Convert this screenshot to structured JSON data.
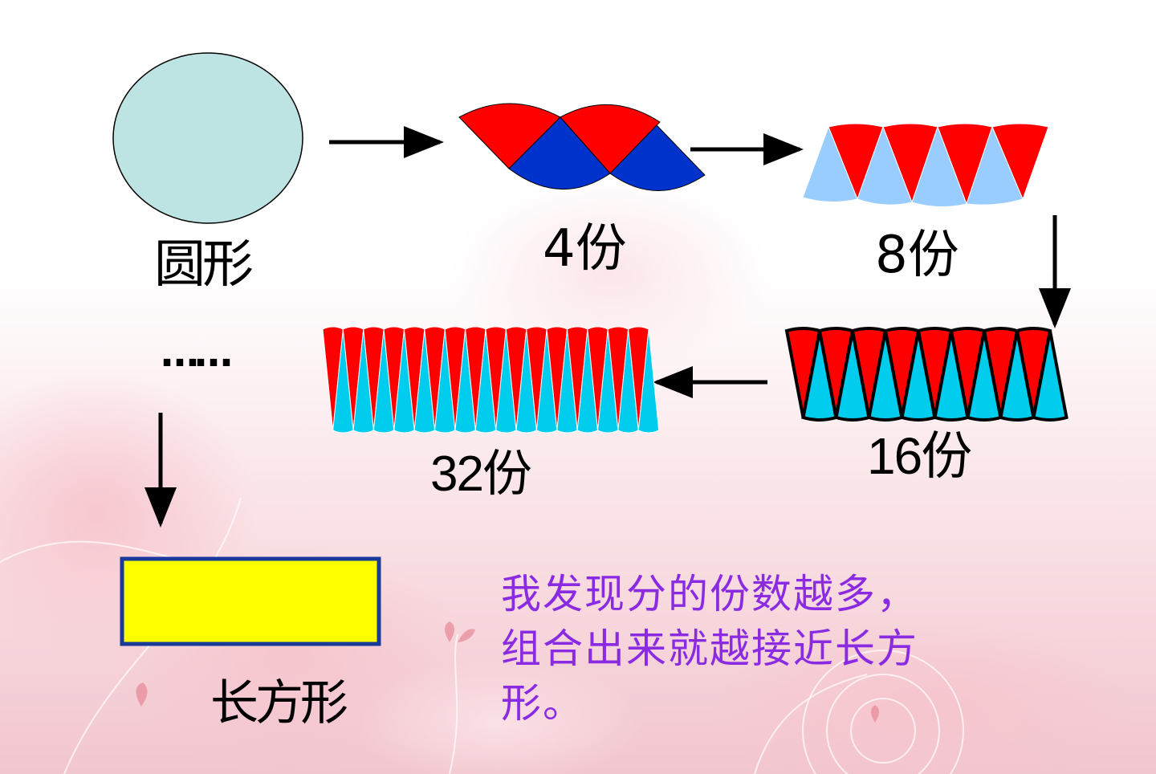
{
  "labels": {
    "circle": "圆形",
    "parts_4": "4份",
    "parts_8": "8份",
    "parts_16": "16份",
    "parts_32": "32份",
    "ellipsis": "……",
    "rectangle": "长方形"
  },
  "conclusion": "我发现分的份数越多，组合出来就越接近长方形。",
  "colors": {
    "circle_fill": "#bde3e3",
    "red": "#ff0000",
    "dark_blue": "#0033cc",
    "light_blue": "#99ccff",
    "cyan": "#00ccee",
    "rect_fill": "#ffff00",
    "rect_border": "#1a3a9a",
    "text_purple": "#8a2be2"
  }
}
